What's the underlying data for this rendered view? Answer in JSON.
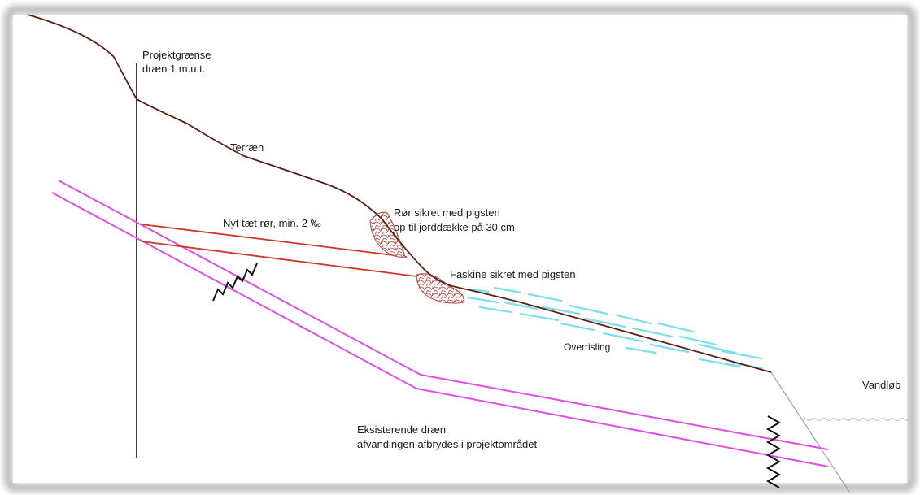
{
  "labels": {
    "project_boundary_1": "Projektgrænse",
    "project_boundary_2": "dræn 1 m.u.t.",
    "terrain": "Terræn",
    "new_pipe": "Nyt tæt rør, min. 2 ‰",
    "pipe_secured_1": "Rør sikret med pigsten",
    "pipe_secured_2": "op til jorddække på 30 cm",
    "fascine": "Faskine sikret med pigsten",
    "irrigation": "Overrisling",
    "stream": "Vandløb",
    "existing_drain_1": "Eksisterende dræn",
    "existing_drain_2": "afvandingen afbrydes i projektområdet"
  },
  "colors": {
    "terrain": "#5a1e14",
    "new_pipe": "#d0352a",
    "existing_drain": "#e04ee6",
    "irrigation": "#7fe0e8",
    "stone": "#b04a40",
    "frame_shadow": "#b9b9b9",
    "boundary_line": "#111111"
  },
  "icons": [
    "break-zigzag-icon",
    "stone-fill-icon",
    "water-wave-icon"
  ]
}
